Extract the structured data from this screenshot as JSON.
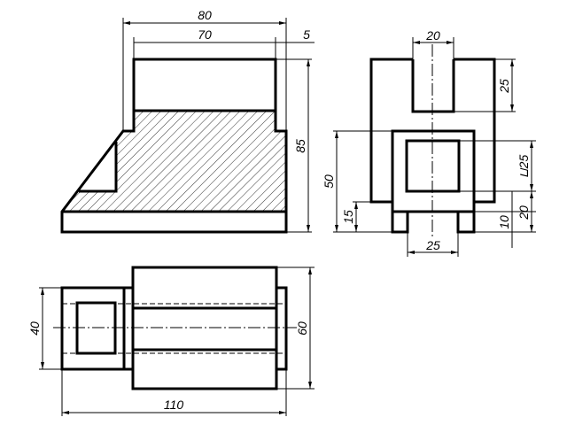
{
  "title": "Orthographic projection of a machined block",
  "colors": {
    "line": "#000000",
    "background": "#ffffff"
  },
  "front_view": {
    "dims": {
      "width_overall": "80",
      "width_top": "70",
      "offset": "5",
      "height": "85"
    }
  },
  "side_view": {
    "dims": {
      "slot_width": "20",
      "slot_depth": "25",
      "boss_height": "50",
      "base_height": "15",
      "square_hole": "⊔25",
      "hole_offset": "20",
      "foot_height": "10",
      "foot_gap": "25"
    }
  },
  "top_view": {
    "dims": {
      "boss_width": "40",
      "body_depth": "60",
      "length_overall": "110"
    }
  }
}
